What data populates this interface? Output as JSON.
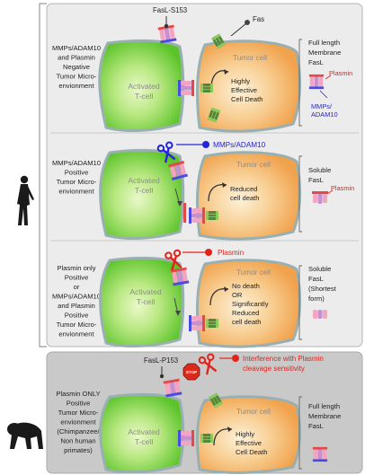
{
  "colors": {
    "panel_light": "#ececec",
    "panel_dark": "#c9c9c9",
    "cell_membrane": "#9ab0b0",
    "tcell_green": "#8dd850",
    "tumor_orange": "#f2a85a",
    "plasmin_red": "#e0241c",
    "mmp_blue": "#2424d8"
  },
  "icons": [
    "human-silhouette-icon",
    "chimpanzee-silhouette-icon",
    "scissors-icon",
    "stop-sign-icon",
    "curved-arrow-icon"
  ],
  "panel1": {
    "ligand_label": "FasL-S153",
    "receptor_label": "Fas",
    "condition": [
      "MMPs/ADAM10",
      "and Plasmin",
      "Negative",
      "Tumor Micro-",
      "envionment"
    ],
    "tcell_label": [
      "Activated",
      "T-cell"
    ],
    "tumor_label": "Tumor cell",
    "outcome": [
      "Highly",
      "Effective",
      "Cell Death"
    ],
    "form_label": [
      "Full length",
      "Membrane",
      "FasL"
    ],
    "plasmin_label": "Plasmin",
    "mmp_label": [
      "MMPs/",
      "ADAM10"
    ]
  },
  "panel2": {
    "cleaver_label": "MMPs/ADAM10",
    "condition": [
      "MMPs/ADAM10",
      "Positive",
      "Tumor Micro-",
      "envionment"
    ],
    "tcell_label": [
      "Activated",
      "T-cell"
    ],
    "tumor_label": "Tumor cell",
    "outcome": [
      "Reduced",
      "cell death"
    ],
    "form_label": [
      "Soluble",
      "FasL"
    ],
    "plasmin_label": "Plasmin"
  },
  "panel3": {
    "cleaver_label": "Plasmin",
    "condition": [
      "Plasmin only",
      "Positive",
      "or",
      "MMPs/ADAM10",
      "and Plasmin",
      "Positive",
      "Tumor Micro-",
      "envionment"
    ],
    "tcell_label": [
      "Activated",
      "T-cell"
    ],
    "tumor_label": "Tumor cell",
    "outcome": [
      "No death",
      "OR",
      "Significantly",
      "Reduced",
      "cell death"
    ],
    "form_label": [
      "Soluble",
      "FasL",
      "(Shortest",
      "form)"
    ]
  },
  "panel4": {
    "ligand_label": "FasL-P153",
    "stop_label": "STOP",
    "interference_label": [
      "Interference with Plasmin",
      "cleavage sensitivity"
    ],
    "condition": [
      "Plasmin ONLY",
      "Positive",
      "Tumor Micro-",
      "envionment",
      "(Chimpanzee/",
      "Non human",
      "primates)"
    ],
    "tcell_label": [
      "Activated",
      "T-cell"
    ],
    "tumor_label": "Tumor cell",
    "outcome": [
      "Highly",
      "Effective",
      "Cell Death"
    ],
    "form_label": [
      "Full length",
      "Membrane",
      "FasL"
    ]
  }
}
